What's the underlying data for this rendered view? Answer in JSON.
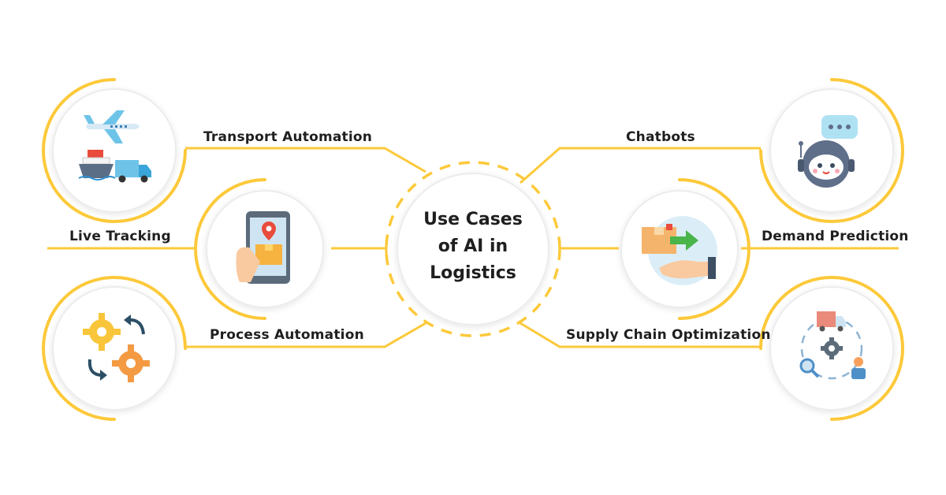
{
  "center": {
    "title_lines": [
      "Use Cases",
      "of AI in",
      "Logistics"
    ]
  },
  "nodes": {
    "transport_automation": {
      "label": "Transport Automation",
      "icon": "transport-icon"
    },
    "live_tracking": {
      "label": "Live Tracking",
      "icon": "phone-location-icon"
    },
    "process_automation": {
      "label": "Process Automation",
      "icon": "gears-cycle-icon"
    },
    "chatbots": {
      "label": "Chatbots",
      "icon": "robot-chat-icon"
    },
    "demand_prediction": {
      "label": "Demand Prediction",
      "icon": "box-hand-icon"
    },
    "supply_chain_optimization": {
      "label": "Supply Chain Optimization",
      "icon": "supply-cycle-icon"
    }
  },
  "colors": {
    "accent": "#fdc93a",
    "circle_border": "#ececec",
    "text": "#1f1f1f"
  }
}
